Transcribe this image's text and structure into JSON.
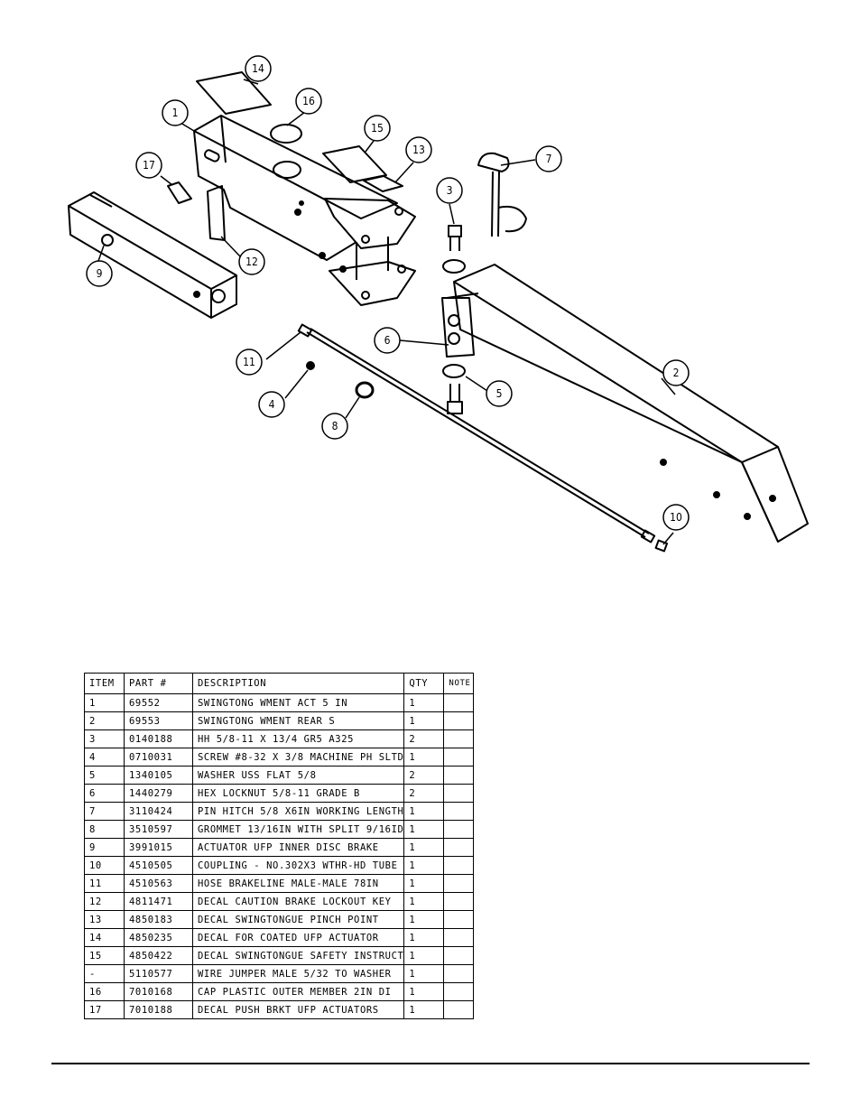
{
  "callouts": [
    "1",
    "2",
    "3",
    "4",
    "5",
    "6",
    "7",
    "8",
    "9",
    "10",
    "11",
    "12",
    "13",
    "14",
    "15",
    "16",
    "17"
  ],
  "table": {
    "headers": [
      "ITEM",
      "PART #",
      "DESCRIPTION",
      "QTY",
      "NOTE"
    ],
    "rows": [
      {
        "item": "1",
        "part": "69552",
        "desc": "SWINGTONG WMENT ACT 5 IN",
        "qty": "1",
        "note": ""
      },
      {
        "item": "2",
        "part": "69553",
        "desc": "SWINGTONG WMENT REAR S",
        "qty": "1",
        "note": ""
      },
      {
        "item": "3",
        "part": "0140188",
        "desc": "HH 5/8-11 X 13/4  GR5 A325",
        "qty": "2",
        "note": ""
      },
      {
        "item": "4",
        "part": "0710031",
        "desc": "SCREW #8-32 X 3/8 MACHINE PH SLTD",
        "qty": "1",
        "note": ""
      },
      {
        "item": "5",
        "part": "1340105",
        "desc": "WASHER USS FLAT 5/8",
        "qty": "2",
        "note": ""
      },
      {
        "item": "6",
        "part": "1440279",
        "desc": "HEX LOCKNUT 5/8-11 GRADE B",
        "qty": "2",
        "note": ""
      },
      {
        "item": "7",
        "part": "3110424",
        "desc": "PIN HITCH 5/8 X6IN WORKING LENGTH",
        "qty": "1",
        "note": ""
      },
      {
        "item": "8",
        "part": "3510597",
        "desc": "GROMMET 13/16IN  WITH SPLIT 9/16ID",
        "qty": "1",
        "note": ""
      },
      {
        "item": "9",
        "part": "3991015",
        "desc": "ACTUATOR UFP INNER  DISC BRAKE",
        "qty": "1",
        "note": ""
      },
      {
        "item": "10",
        "part": "4510505",
        "desc": "COUPLING - NO.302X3 WTHR-HD TUBE",
        "qty": "1",
        "note": ""
      },
      {
        "item": "11",
        "part": "4510563",
        "desc": "HOSE BRAKELINE MALE-MALE 78IN",
        "qty": "1",
        "note": ""
      },
      {
        "item": "12",
        "part": "4811471",
        "desc": "DECAL CAUTION BRAKE LOCKOUT KEY",
        "qty": "1",
        "note": ""
      },
      {
        "item": "13",
        "part": "4850183",
        "desc": "DECAL SWINGTONGUE PINCH POINT",
        "qty": "1",
        "note": ""
      },
      {
        "item": "14",
        "part": "4850235",
        "desc": "DECAL FOR COATED UFP ACTUATOR",
        "qty": "1",
        "note": ""
      },
      {
        "item": "15",
        "part": "4850422",
        "desc": "DECAL SWINGTONGUE SAFETY INSTRUCT",
        "qty": "1",
        "note": ""
      },
      {
        "item": "-",
        "part": "5110577",
        "desc": "WIRE JUMPER MALE 5/32 TO WASHER",
        "qty": "1",
        "note": ""
      },
      {
        "item": "16",
        "part": "7010168",
        "desc": "CAP  PLASTIC OUTER MEMBER 2IN DI",
        "qty": "1",
        "note": ""
      },
      {
        "item": "17",
        "part": "7010188",
        "desc": "DECAL PUSH BRKT UFP ACTUATORS",
        "qty": "1",
        "note": ""
      }
    ]
  }
}
